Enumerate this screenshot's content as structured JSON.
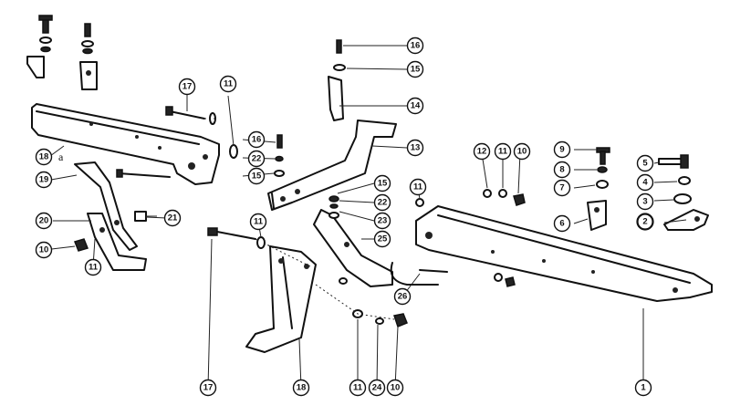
{
  "callouts": {
    "c1": "1",
    "c2": "2",
    "c3": "3",
    "c4": "4",
    "c5": "5",
    "c6": "6",
    "c7": "7",
    "c8": "8",
    "c9": "9",
    "c10a": "10",
    "c10b": "10",
    "c10c": "10",
    "c11a": "11",
    "c11b": "11",
    "c11c": "11",
    "c11d": "11",
    "c11e": "11",
    "c11f": "11",
    "c12": "12",
    "c13": "13",
    "c14": "14",
    "c15a": "15",
    "c15b": "15",
    "c15c": "15",
    "c16a": "16",
    "c16b": "16",
    "c17a": "17",
    "c17b": "17",
    "c18a": "18",
    "c18b": "18",
    "c19": "19",
    "c20": "20",
    "c21": "21",
    "c22a": "22",
    "c22b": "22",
    "c23": "23",
    "c24": "24",
    "c25": "25",
    "c26": "26"
  },
  "marks": {
    "a": "a"
  }
}
